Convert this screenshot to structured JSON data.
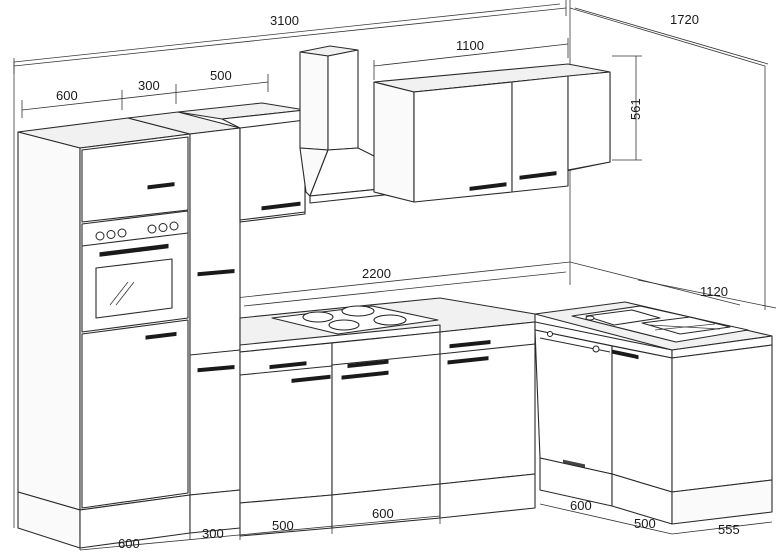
{
  "dimensions": {
    "total_back_wall": "3100",
    "side_wall_depth": "1720",
    "wall_cabinet_width": "1100",
    "wall_cabinet_height": "561",
    "tall_cabinet_top_width": "600",
    "narrow_tall_top_width": "300",
    "wall_unit_top_width": "500",
    "worktop_length": "2200",
    "corner_worktop_length": "1120",
    "bottom_tall_600": "600",
    "bottom_narrow_300": "300",
    "bottom_base_500": "500",
    "bottom_base_600": "600",
    "bottom_dishwasher_600": "600",
    "bottom_sink_500": "500",
    "bottom_depth_555": "555"
  }
}
